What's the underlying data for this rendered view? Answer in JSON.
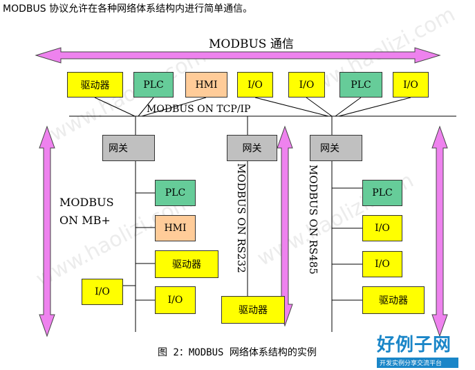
{
  "intro_text": "MODBUS 协议允许在各种网络体系结构内进行简单通信。",
  "diagram": {
    "top_title": "MODBUS 通信",
    "top_row": [
      "驱动器",
      "PLC",
      "HMI",
      "I/O",
      "I/O",
      "PLC",
      "I/O"
    ],
    "tcp_label": "MODBUS ON TCP/IP",
    "gateway_label": "网关",
    "left_network": {
      "label_line1": "MODBUS",
      "label_line2": "ON MB+",
      "devices": [
        "PLC",
        "HMI",
        "驱动器",
        "I/O"
      ],
      "side_device": "I/O"
    },
    "middle_network": {
      "label": "MODBUS ON RS232",
      "device": "驱动器"
    },
    "right_network": {
      "label": "MODBUS ON RS485",
      "devices": [
        "PLC",
        "I/O",
        "I/O",
        "驱动器"
      ]
    }
  },
  "caption": "图 2：MODBUS 网络体系结构的实例",
  "logo": {
    "main": "好例子网",
    "sub": "开发实例分享交流平台"
  },
  "watermark": "www.haolizi.com",
  "colors": {
    "arrow": "#ee82ee",
    "yellow": "#ffff00",
    "green": "#66cc99",
    "peach": "#ffcc99",
    "gray": "#c0c0c0",
    "brand_blue": "#1a86c8"
  }
}
